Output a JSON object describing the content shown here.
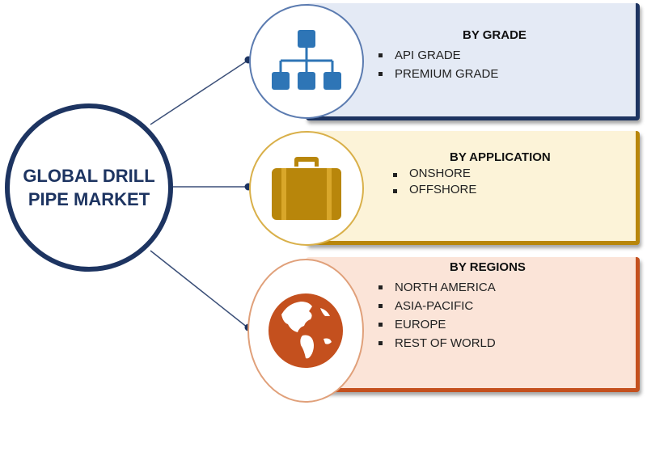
{
  "hub": {
    "title": "GLOBAL DRILL PIPE MARKET"
  },
  "segments": [
    {
      "title": "BY GRADE",
      "items": [
        "API GRADE",
        "PREMIUM  GRADE"
      ],
      "icon": "hierarchy-icon",
      "accent": "#2e75b6"
    },
    {
      "title": "BY APPLICATION",
      "items": [
        "ONSHORE",
        "OFFSHORE"
      ],
      "icon": "briefcase-icon",
      "accent": "#b8860b"
    },
    {
      "title": "BY REGIONS",
      "items": [
        "NORTH  AMERICA",
        "ASIA-PACIFIC",
        "EUROPE",
        "REST OF WORLD"
      ],
      "icon": "globe-icon",
      "accent": "#c4501e"
    }
  ],
  "colors": {
    "hub_border": "#1d3461",
    "connector": "#1d3461"
  }
}
